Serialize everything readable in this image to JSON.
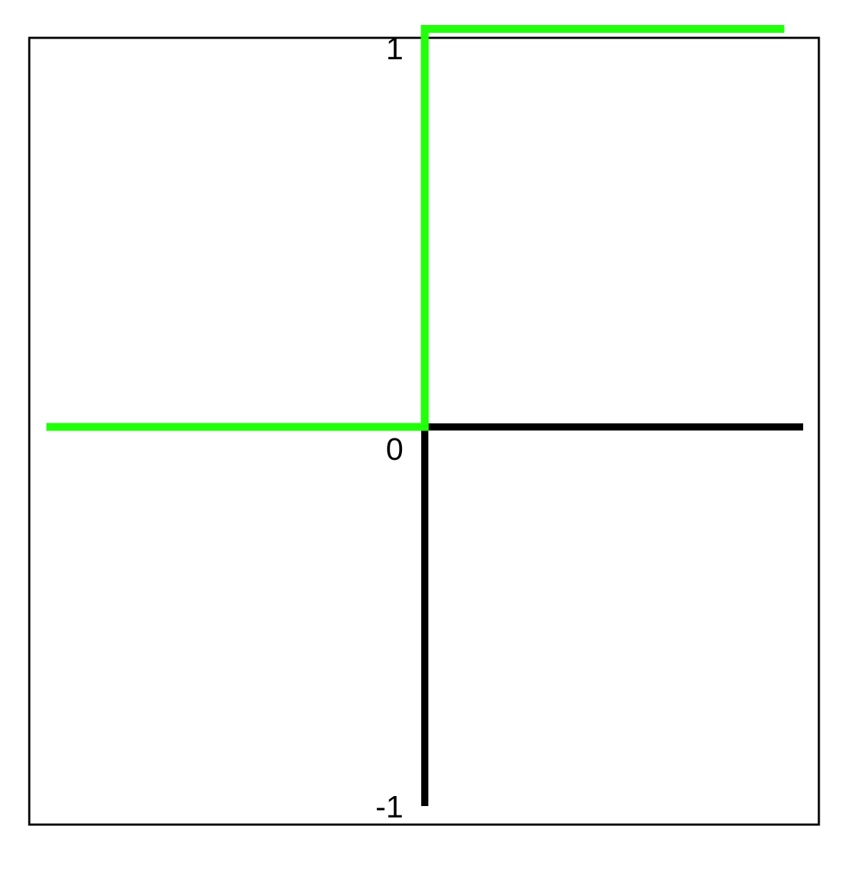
{
  "chart_data": {
    "type": "line",
    "title": "",
    "xlabel": "",
    "ylabel": "",
    "xlim": [
      -1,
      1
    ],
    "ylim": [
      -1,
      1.05
    ],
    "y_ticks": [
      {
        "value": 1,
        "label": "1"
      },
      {
        "value": 0,
        "label": "0"
      },
      {
        "value": -1,
        "label": "-1"
      }
    ],
    "axes_color": "#000000",
    "grid": false,
    "legend": "none",
    "series": [
      {
        "color": "#22ff0a",
        "step": true,
        "points": [
          {
            "x": -1,
            "y": 0
          },
          {
            "x": 0,
            "y": 0
          },
          {
            "x": 0,
            "y": 1.05
          },
          {
            "x": 0.95,
            "y": 1.05
          }
        ]
      }
    ]
  }
}
